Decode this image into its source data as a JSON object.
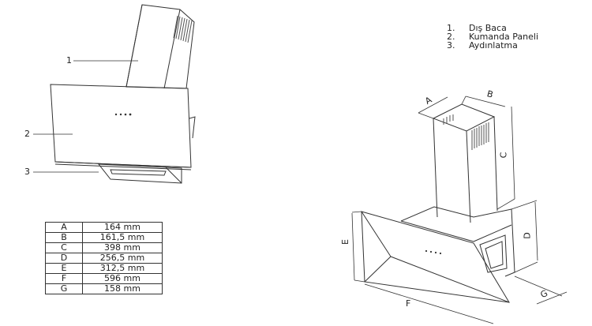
{
  "legend": {
    "items": [
      {
        "num": "1.",
        "label": "Dış Baca"
      },
      {
        "num": "2.",
        "label": "Kumanda Paneli"
      },
      {
        "num": "3.",
        "label": "Aydınlatma"
      }
    ]
  },
  "callouts": {
    "c1": "1",
    "c2": "2",
    "c3": "3"
  },
  "dimensions": {
    "rows": [
      {
        "key": "A",
        "value": "164 mm"
      },
      {
        "key": "B",
        "value": "161,5 mm"
      },
      {
        "key": "C",
        "value": "398 mm"
      },
      {
        "key": "D",
        "value": "256,5 mm"
      },
      {
        "key": "E",
        "value": "312,5 mm"
      },
      {
        "key": "F",
        "value": "596 mm"
      },
      {
        "key": "G",
        "value": "158 mm"
      }
    ]
  },
  "iso_labels": {
    "A": "A",
    "B": "B",
    "C": "C",
    "D": "D",
    "E": "E",
    "F": "F",
    "G": "G"
  },
  "colors": {
    "line": "#333333",
    "background": "#ffffff"
  }
}
